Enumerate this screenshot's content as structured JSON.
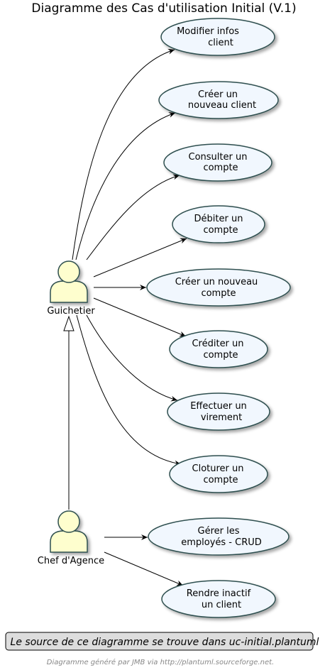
{
  "diagram": {
    "title": "Diagramme des Cas d'utilisation Initial (V.1)",
    "colors": {
      "usecase_fill": "#F1F7FE",
      "usecase_stroke": "#2F4F4F",
      "actor_fill": "#FEFECE",
      "actor_stroke": "#2F4F4F",
      "note_fill": "#DDDDDD",
      "edge": "#000000"
    },
    "actors": [
      {
        "label": "Guichetier"
      },
      {
        "label": "Chef d'Agence"
      }
    ],
    "usecases": [
      {
        "line1": "Modifier infos",
        "line2": "client"
      },
      {
        "line1": "Créer un",
        "line2": "nouveau client"
      },
      {
        "line1": "Consulter un",
        "line2": "compte"
      },
      {
        "line1": "Débiter un",
        "line2": "compte"
      },
      {
        "line1": "Créer un nouveau",
        "line2": "compte"
      },
      {
        "line1": "Créditer un",
        "line2": "compte"
      },
      {
        "line1": "Effectuer un",
        "line2": "virement"
      },
      {
        "line1": "Cloturer un",
        "line2": "compte"
      },
      {
        "line1": "Gérer les",
        "line2": "employés - CRUD"
      },
      {
        "line1": "Rendre inactif",
        "line2": "un client"
      }
    ],
    "note": "Le source de ce diagramme se trouve dans uc-initial.plantuml",
    "footer": "Diagramme généré par JMB via http://plantuml.sourceforge.net."
  }
}
